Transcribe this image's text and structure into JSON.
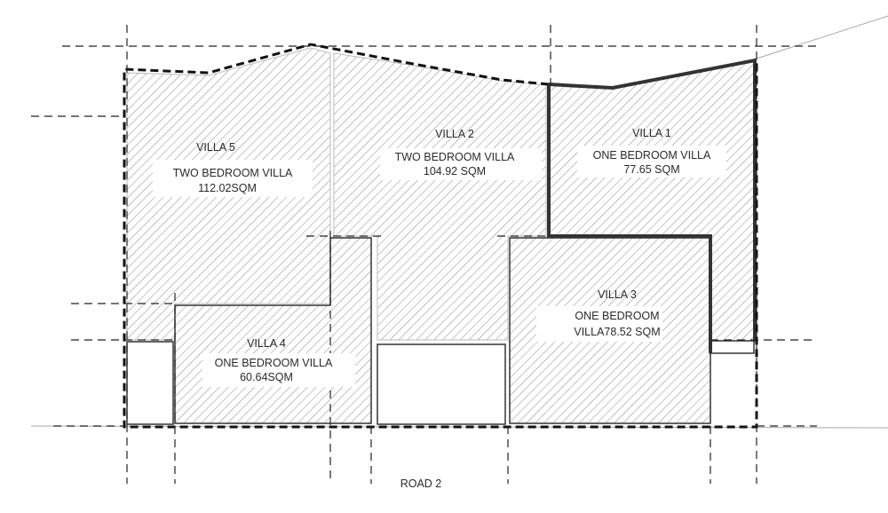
{
  "villas": [
    {
      "name": "VILLA 5",
      "type": "TWO BEDROOM VILLA",
      "area": "112.02SQM"
    },
    {
      "name": "VILLA 2",
      "type": "TWO BEDROOM VILLA",
      "area": "104.92 SQM"
    },
    {
      "name": "VILLA 1",
      "type": "ONE BEDROOM VILLA",
      "area": "77.65 SQM"
    },
    {
      "name": "VILLA 3",
      "type": "ONE BEDROOM",
      "area": "VILLA78.52 SQM"
    },
    {
      "name": "VILLA 4",
      "type": "ONE BEDROOM VILLA",
      "area": "60.64SQM"
    }
  ],
  "road_label": "ROAD 2",
  "colors": {
    "line": "#222222",
    "hatch": "#8a8a8a",
    "highlight_outline": "#333333"
  }
}
